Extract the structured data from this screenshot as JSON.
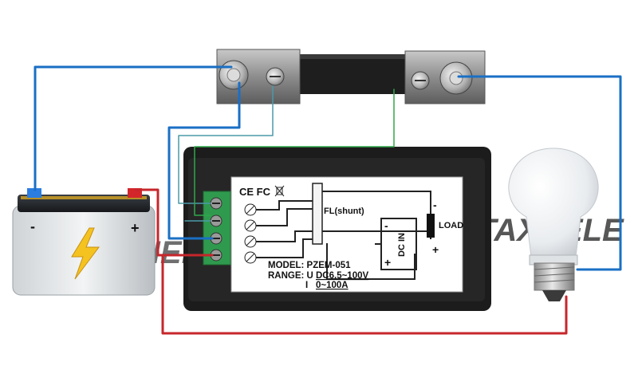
{
  "watermark": "TAXNELE",
  "battery": {
    "neg_symbol": "-",
    "pos_symbol": "+"
  },
  "panel": {
    "cert_marks": "CE FC",
    "shunt_label": "FL(shunt)",
    "load_label": "LOAD",
    "dcin_label": "DC IN",
    "minus": "-",
    "plus": "+",
    "model_line": "MODEL: PZEM-051",
    "range_prefix": "RANGE: U",
    "range_voltage": "DC6.5~100V",
    "range_current_prefix": "I",
    "range_current": "0~100A"
  },
  "colors": {
    "wire_blue": "#1a6fc4",
    "wire_red": "#c6262b",
    "wire_green": "#2ea84a",
    "wire_thin": "#4a9aa8",
    "terminal_green": "#2f9a4e",
    "meter_body": "#1c1c1c",
    "battery_red": "#d2262b",
    "battery_blue": "#2b7de0",
    "bolt_yellow": "#f5c320"
  }
}
